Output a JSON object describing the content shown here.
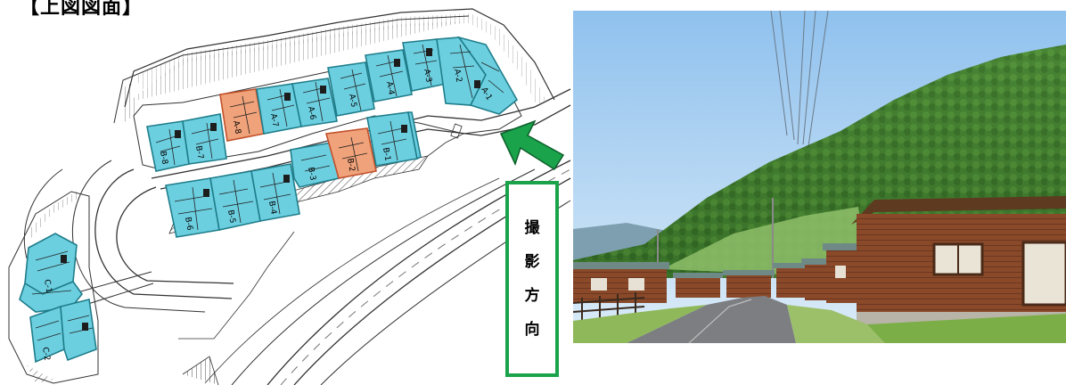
{
  "heading": "【上図図面】",
  "direction_label": [
    "撮",
    "影",
    "方",
    "向"
  ],
  "unit_labels": [
    "A-1",
    "A-2",
    "A-3",
    "A-4",
    "A-5",
    "A-6",
    "A-7",
    "A-8",
    "B-1",
    "B-2",
    "B-3",
    "B-4",
    "B-5",
    "B-6",
    "B-7",
    "B-8",
    "C-1",
    "C-2"
  ],
  "colors": {
    "unit_fill": "#6ccfe0",
    "unit_edge": "#1f7d8a",
    "highlight_fill": "#f0a27a",
    "highlight_edge": "#c2502a",
    "arrow": "#1aa34a",
    "sky": "#b6d8f4",
    "forest": "#3f7a2f"
  },
  "icons": [
    "direction-arrow-icon"
  ]
}
